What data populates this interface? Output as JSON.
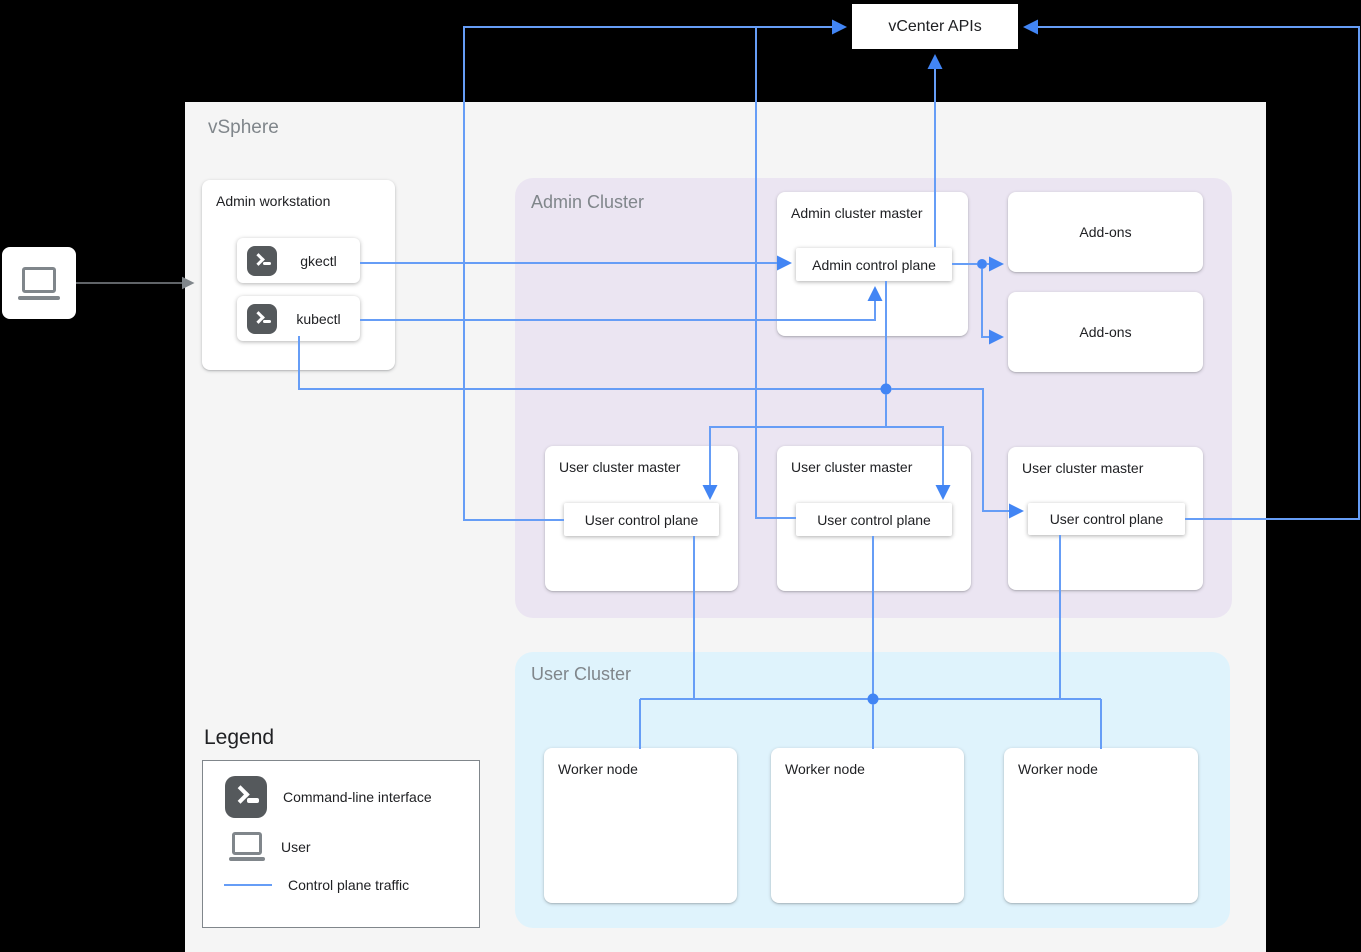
{
  "vcenter": {
    "label": "vCenter APIs"
  },
  "vsphere": {
    "label": "vSphere"
  },
  "admin_workstation": {
    "label": "Admin workstation",
    "tools": [
      {
        "icon": "terminal-icon",
        "label": "gkectl"
      },
      {
        "icon": "terminal-icon",
        "label": "kubectl"
      }
    ]
  },
  "admin_cluster": {
    "label": "Admin Cluster",
    "master": {
      "label": "Admin cluster master",
      "control_plane": "Admin control plane"
    },
    "addons": [
      "Add-ons",
      "Add-ons"
    ],
    "user_masters": [
      {
        "label": "User cluster master",
        "control_plane": "User control plane"
      },
      {
        "label": "User cluster master",
        "control_plane": "User control plane"
      },
      {
        "label": "User cluster master",
        "control_plane": "User control plane"
      }
    ]
  },
  "user_cluster": {
    "label": "User Cluster",
    "workers": [
      "Worker node",
      "Worker node",
      "Worker node"
    ]
  },
  "legend": {
    "title": "Legend",
    "items": [
      {
        "icon": "terminal-icon",
        "label": "Command-line interface"
      },
      {
        "icon": "laptop-icon",
        "label": "User"
      },
      {
        "icon": "control-plane-traffic-line",
        "label": "Control plane traffic"
      }
    ]
  },
  "colors": {
    "canvas_bg": "#000000",
    "vsphere_bg": "#f5f5f5",
    "admin_cluster_bg": "#ebe5f2",
    "user_cluster_bg": "#dff3fc",
    "line_blue": "#669df6",
    "arrow_blue": "#4285f4",
    "gray": "#80868b",
    "text_dark": "#202124",
    "label_gray": "#80868b",
    "terminal_bg": "#55595c",
    "white": "#ffffff"
  }
}
